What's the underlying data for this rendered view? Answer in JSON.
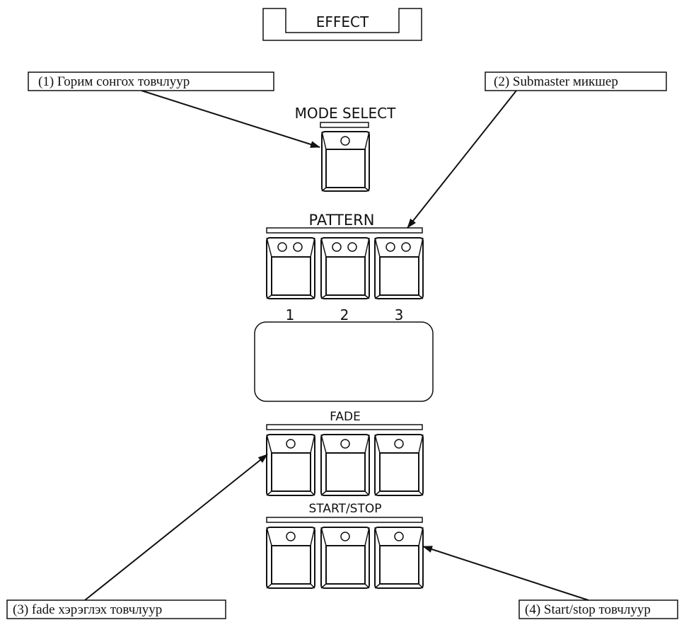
{
  "panel": {
    "effect_label": "EFFECT",
    "mode_select_label": "MODE SELECT",
    "pattern_label": "PATTERN",
    "pattern_numbers": [
      "1",
      "2",
      "3"
    ],
    "fade_label": "FADE",
    "start_stop_label": "START/STOP"
  },
  "callouts": {
    "c1": "(1) Горим сонгох товчлуур",
    "c2": "(2) Submaster микшер",
    "c3": "(3) fade хэрэглэх товчлуур",
    "c4": "(4) Start/stop товчлуур"
  }
}
